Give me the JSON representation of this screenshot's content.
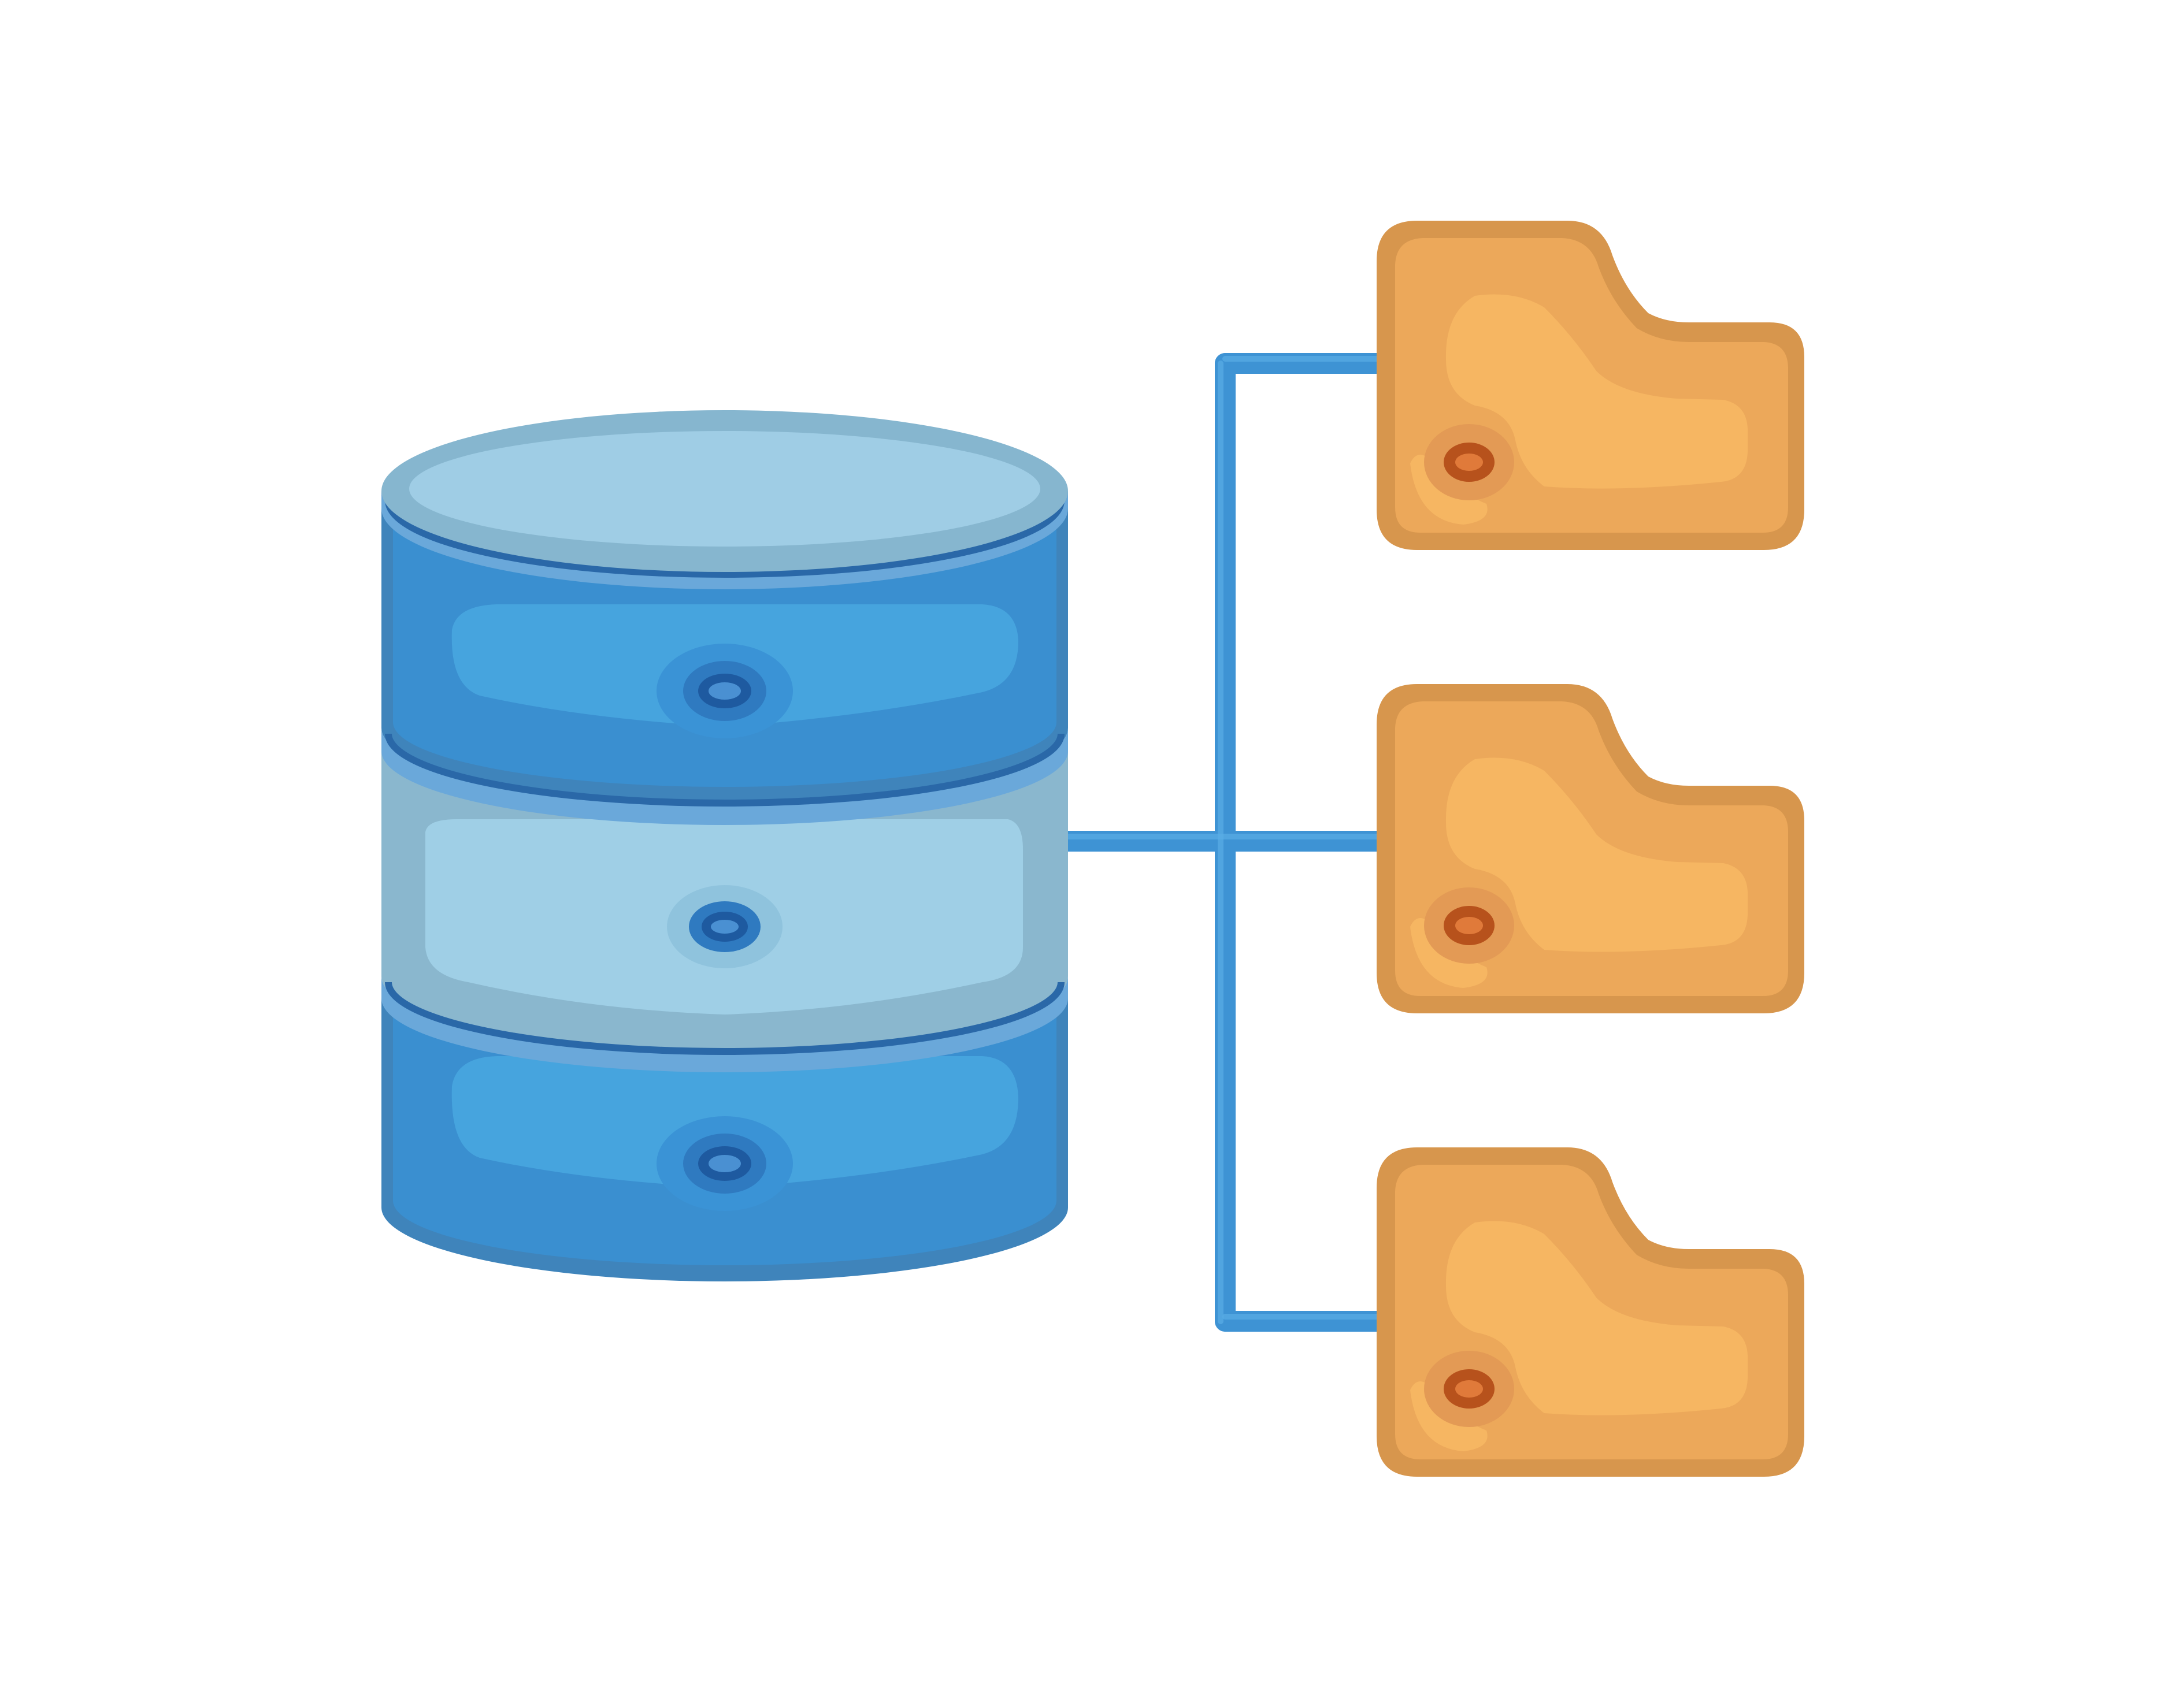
{
  "diagram": {
    "database": {
      "icon": "database-icon",
      "disks": [
        {
          "name": "top-disk",
          "tone": "dark"
        },
        {
          "name": "middle-disk",
          "tone": "light"
        },
        {
          "name": "bottom-disk",
          "tone": "dark"
        }
      ]
    },
    "folders": [
      {
        "icon": "folder-icon"
      },
      {
        "icon": "folder-icon"
      },
      {
        "icon": "folder-icon"
      }
    ],
    "connector": {
      "icon": "tree-connector"
    },
    "colors": {
      "background": "#ffffff",
      "db_dark": "#3a8fd0",
      "db_dark_inner": "#46a4de",
      "db_dark_edge": "#3f84bb",
      "db_light": "#8ab7ce",
      "db_light_inner": "#9fcfe6",
      "db_rim": "#2a68a8",
      "db_band": "#6aa8da",
      "db_top": "#9fcde5",
      "db_top_rim": "#86b6cf",
      "db_button_outer": "#2f7ac0",
      "db_button_inner": "#1e5aa0",
      "db_button_center": "#4a90d2",
      "connector": "#3e93d4",
      "folder_edge": "#d7964d",
      "folder_mid": "#eca85a",
      "folder_inner": "#f6b662",
      "folder_dot_ring": "#b7521c",
      "folder_dot_center": "#e07a3a"
    }
  }
}
